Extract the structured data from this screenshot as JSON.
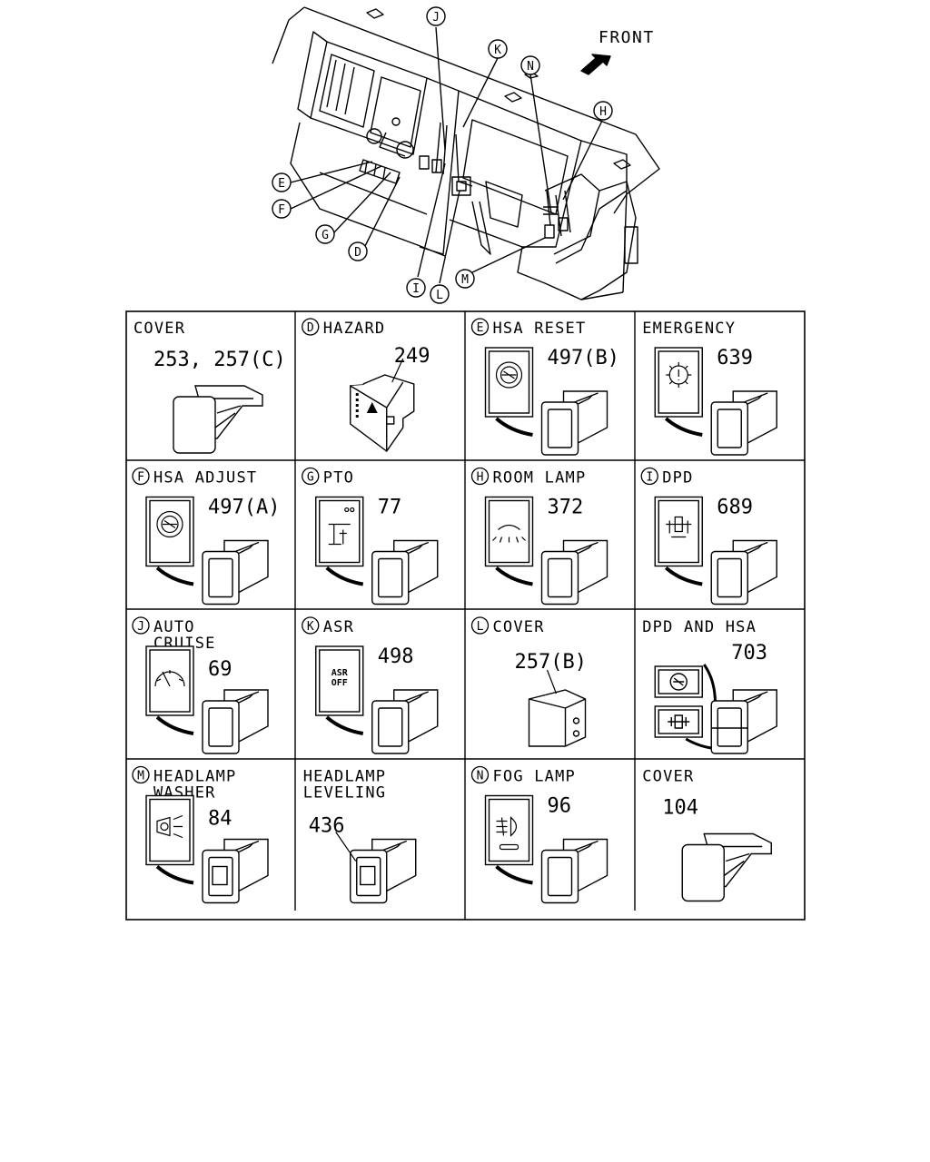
{
  "diagram": {
    "front_label": "FRONT",
    "callouts": [
      "J",
      "K",
      "N",
      "H",
      "E",
      "F",
      "G",
      "D",
      "I",
      "L",
      "M"
    ]
  },
  "cells": [
    {
      "letter": "",
      "title": [
        "COVER"
      ],
      "part": "253, 257(C)",
      "kind": "cover"
    },
    {
      "letter": "D",
      "title": [
        "HAZARD"
      ],
      "part": "249",
      "kind": "hazard"
    },
    {
      "letter": "E",
      "title": [
        "HSA RESET"
      ],
      "part": "497(B)",
      "kind": "switch",
      "icon": "hsa-icon"
    },
    {
      "letter": "",
      "title": [
        "EMERGENCY"
      ],
      "part": "639",
      "kind": "switch",
      "icon": "gear-warning-icon"
    },
    {
      "letter": "F",
      "title": [
        "HSA ADJUST"
      ],
      "part": "497(A)",
      "kind": "switch",
      "icon": "hsa-icon"
    },
    {
      "letter": "G",
      "title": [
        "PTO"
      ],
      "part": "77",
      "kind": "switch",
      "icon": "pto-icon"
    },
    {
      "letter": "H",
      "title": [
        "ROOM LAMP"
      ],
      "part": "372",
      "kind": "switch",
      "icon": "room-lamp-icon"
    },
    {
      "letter": "I",
      "title": [
        "DPD"
      ],
      "part": "689",
      "kind": "switch",
      "icon": "dpd-icon"
    },
    {
      "letter": "J",
      "title": [
        "AUTO",
        "CRUISE"
      ],
      "part": "69",
      "kind": "switch",
      "icon": "cruise-icon"
    },
    {
      "letter": "K",
      "title": [
        "ASR"
      ],
      "part": "498",
      "kind": "switch",
      "icon": "asr-icon",
      "icon_text": [
        "ASR",
        "OFF"
      ]
    },
    {
      "letter": "L",
      "title": [
        "COVER"
      ],
      "part": "257(B)",
      "kind": "cover-l"
    },
    {
      "letter": "",
      "title": [
        "DPD AND HSA"
      ],
      "part": "703",
      "kind": "dual"
    },
    {
      "letter": "M",
      "title": [
        "HEADLAMP",
        "WASHER"
      ],
      "part": "84",
      "kind": "switch-small",
      "icon": "headlamp-washer-icon"
    },
    {
      "letter": "",
      "title": [
        "HEADLAMP",
        "LEVELING"
      ],
      "part": "436",
      "kind": "leveling"
    },
    {
      "letter": "N",
      "title": [
        "FOG LAMP"
      ],
      "part": "96",
      "kind": "switch",
      "icon": "fog-lamp-icon"
    },
    {
      "letter": "",
      "title": [
        "COVER"
      ],
      "part": "104",
      "kind": "cover"
    }
  ]
}
